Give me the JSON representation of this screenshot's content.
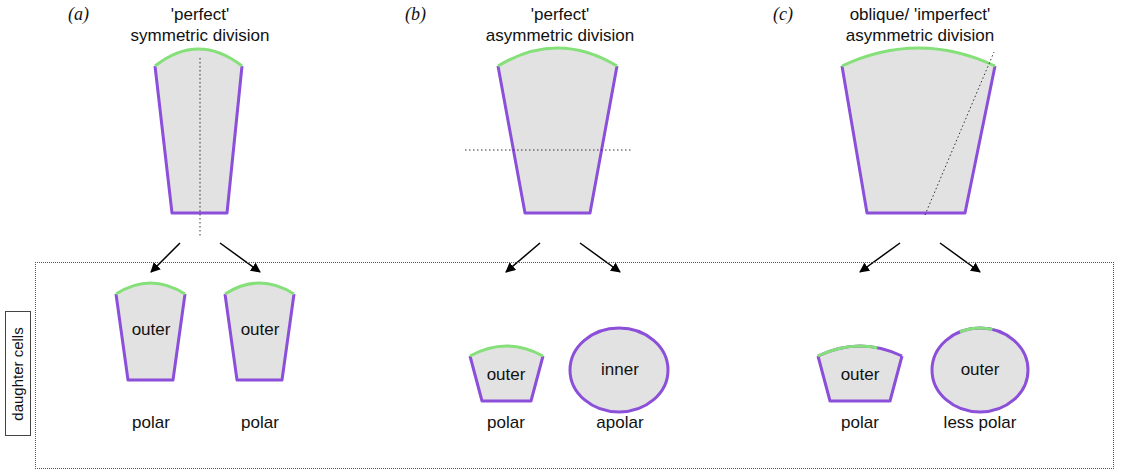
{
  "diagram": {
    "nodes": [
      {
        "text": [
          "'perfect' symmetric division"
        ]
      },
      {
        "text": [
          "'perfect' asymmetric division"
        ]
      },
      {
        "text": [
          "oblique/ 'imperfect' asymmetric division"
        ]
      },
      {
        "text": [
          "daughter cells"
        ]
      },
      {
        "text": [
          "outer",
          "polar"
        ],
        "in": 3
      },
      {
        "text": [
          "outer",
          "polar"
        ],
        "in": 3
      },
      {
        "text": [
          "outer",
          "polar"
        ],
        "in": 3
      },
      {
        "text": [
          "inner",
          "apolar"
        ],
        "in": 3
      },
      {
        "text": [
          "outer",
          "polar"
        ],
        "in": 3
      },
      {
        "text": [
          "outer",
          "less polar"
        ],
        "in": 3
      }
    ],
    "edges": [
      {
        "from": 0,
        "to": 4,
        "arrow": "to"
      },
      {
        "from": 0,
        "to": 5,
        "arrow": "to"
      },
      {
        "from": 1,
        "to": 6,
        "arrow": "to"
      },
      {
        "from": 1,
        "to": 7,
        "arrow": "to"
      },
      {
        "from": 2,
        "to": 8,
        "arrow": "to"
      },
      {
        "from": 2,
        "to": 9,
        "arrow": "to"
      }
    ],
    "labels": [
      "(a)",
      "(b)",
      "(c)"
    ]
  }
}
